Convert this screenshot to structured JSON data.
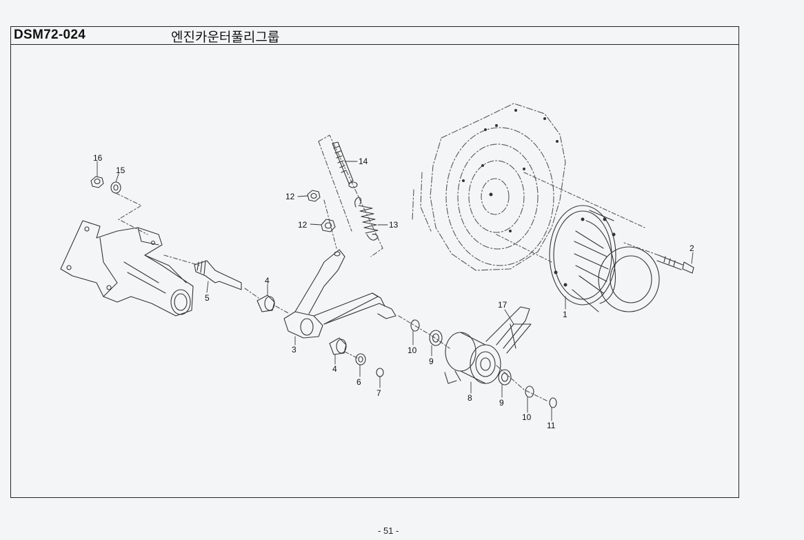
{
  "header": {
    "code": "DSM72-024",
    "title": "엔진카운터풀리그룹"
  },
  "footer": {
    "page_number": "- 51 -"
  },
  "callouts": [
    {
      "id": "c16",
      "label": "16"
    },
    {
      "id": "c15",
      "label": "15"
    },
    {
      "id": "c14",
      "label": "14"
    },
    {
      "id": "c12a",
      "label": "12"
    },
    {
      "id": "c12b",
      "label": "12"
    },
    {
      "id": "c13",
      "label": "13"
    },
    {
      "id": "c5",
      "label": "5"
    },
    {
      "id": "c4a",
      "label": "4"
    },
    {
      "id": "c3",
      "label": "3"
    },
    {
      "id": "c4b",
      "label": "4"
    },
    {
      "id": "c6",
      "label": "6"
    },
    {
      "id": "c7",
      "label": "7"
    },
    {
      "id": "c10a",
      "label": "10"
    },
    {
      "id": "c9a",
      "label": "9"
    },
    {
      "id": "c8",
      "label": "8"
    },
    {
      "id": "c9b",
      "label": "9"
    },
    {
      "id": "c10b",
      "label": "10"
    },
    {
      "id": "c11",
      "label": "11"
    },
    {
      "id": "c17",
      "label": "17"
    },
    {
      "id": "c1",
      "label": "1"
    },
    {
      "id": "c2",
      "label": "2"
    }
  ]
}
